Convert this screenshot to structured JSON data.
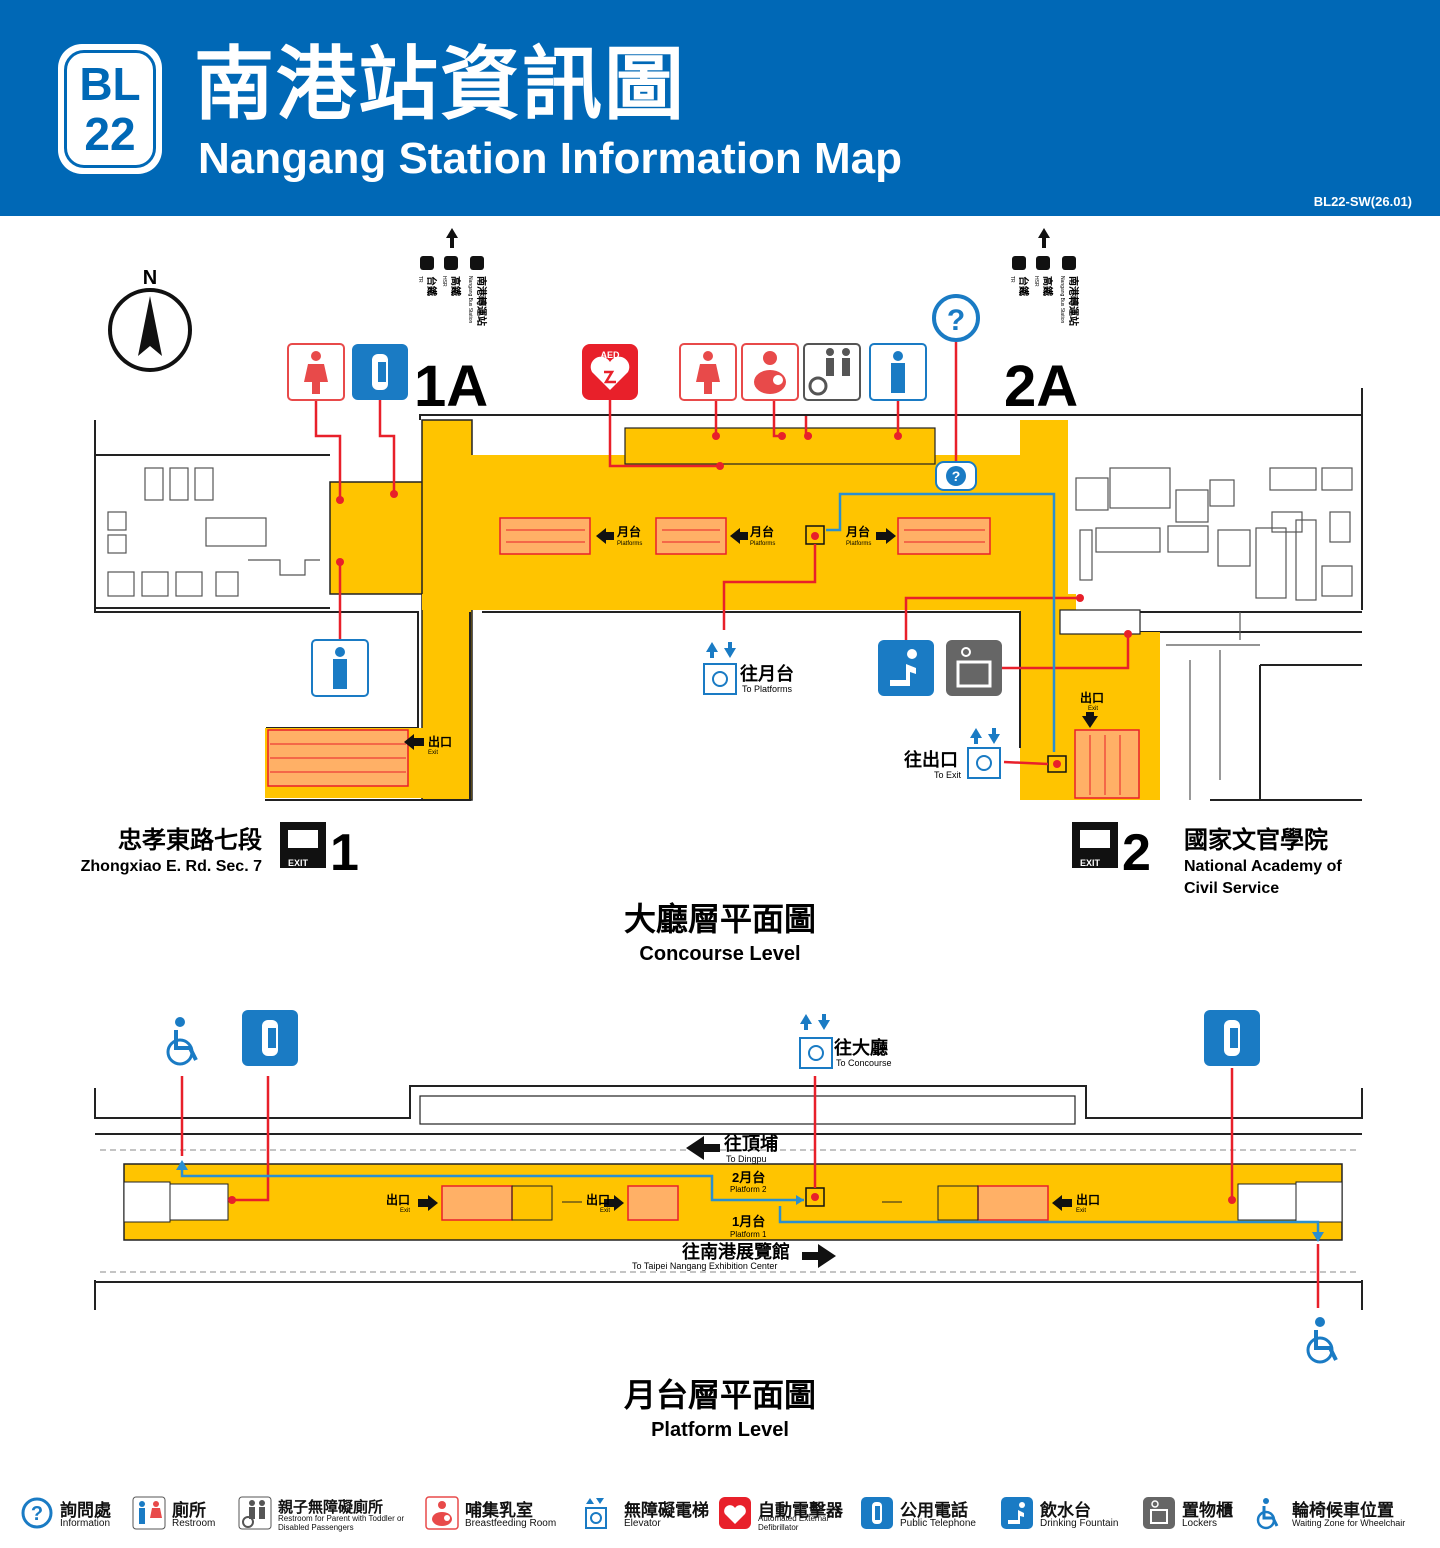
{
  "header": {
    "badge_line": "BL",
    "badge_number": "22",
    "title_zh": "南港站資訊圖",
    "title_en": "Nangang Station Information Map",
    "code": "BL22-SW(26.01)"
  },
  "compass": {
    "north": "N"
  },
  "concourse": {
    "exit_1a": "1A",
    "exit_2a": "2A",
    "transfer_1a": {
      "bus_zh": "南港轉運站",
      "bus_en": "Nangang Bus Station",
      "hsr_zh": "高鐵",
      "hsr_en": "HSR",
      "tra_zh": "台鐵",
      "tra_en": "TR"
    },
    "transfer_2a": {
      "bus_zh": "南港轉運站",
      "bus_en": "Nangang Bus Station",
      "hsr_zh": "高鐵",
      "hsr_en": "HSR",
      "tra_zh": "台鐵",
      "tra_en": "TR"
    },
    "platforms_zh": "月台",
    "platforms_en": "Platforms",
    "exit_zh": "出口",
    "exit_en": "Exit",
    "to_platforms_zh": "往月台",
    "to_platforms_en": "To Platforms",
    "to_exit_zh": "往出口",
    "to_exit_en": "To Exit",
    "exit1_street_zh": "忠孝東路七段",
    "exit1_street_en": "Zhongxiao E. Rd. Sec. 7",
    "exit1_num": "1",
    "exit2_num": "2",
    "exit_word": "EXIT",
    "exit2_place_zh": "國家文官學院",
    "exit2_place_en1": "National Academy of",
    "exit2_place_en2": "Civil Service",
    "aed": "AED",
    "level_zh": "大廳層平面圖",
    "level_en": "Concourse Level"
  },
  "platform": {
    "to_concourse_zh": "往大廳",
    "to_concourse_en": "To Concourse",
    "to_dingpu_zh": "往頂埔",
    "to_dingpu_en": "To Dingpu",
    "platform2_zh": "2月台",
    "platform2_en": "Platform 2",
    "platform1_zh": "1月台",
    "platform1_en": "Platform 1",
    "to_exhibition_zh": "往南港展覽館",
    "to_exhibition_en": "To Taipei Nangang Exhibition Center",
    "exit_zh": "出口",
    "exit_en": "Exit",
    "level_zh": "月台層平面圖",
    "level_en": "Platform Level"
  },
  "legend": [
    {
      "icon": "information-icon",
      "zh": "詢問處",
      "en": "Information"
    },
    {
      "icon": "restroom-icon",
      "zh": "廁所",
      "en": "Restroom"
    },
    {
      "icon": "family-restroom-icon",
      "zh": "親子無障礙廁所",
      "en": "Restroom for Parent with Toddler or Disabled Passengers"
    },
    {
      "icon": "breastfeeding-icon",
      "zh": "哺集乳室",
      "en": "Breastfeeding Room"
    },
    {
      "icon": "elevator-icon",
      "zh": "無障礙電梯",
      "en": "Elevator"
    },
    {
      "icon": "aed-icon",
      "zh": "自動電擊器",
      "en": "Automated External Defibrillator"
    },
    {
      "icon": "telephone-icon",
      "zh": "公用電話",
      "en": "Public Telephone"
    },
    {
      "icon": "drinking-fountain-icon",
      "zh": "飲水台",
      "en": "Drinking Fountain"
    },
    {
      "icon": "lockers-icon",
      "zh": "置物櫃",
      "en": "Lockers"
    },
    {
      "icon": "wheelchair-zone-icon",
      "zh": "輪椅候車位置",
      "en": "Waiting Zone for Wheelchair"
    }
  ],
  "colors": {
    "brand_blue": "#0068b6",
    "concourse_yellow": "#ffc400",
    "route_red": "#e8202a",
    "route_blue": "#2a8fd0",
    "icon_blue": "#1a7bc4",
    "restroom_red": "#e84a4a"
  }
}
